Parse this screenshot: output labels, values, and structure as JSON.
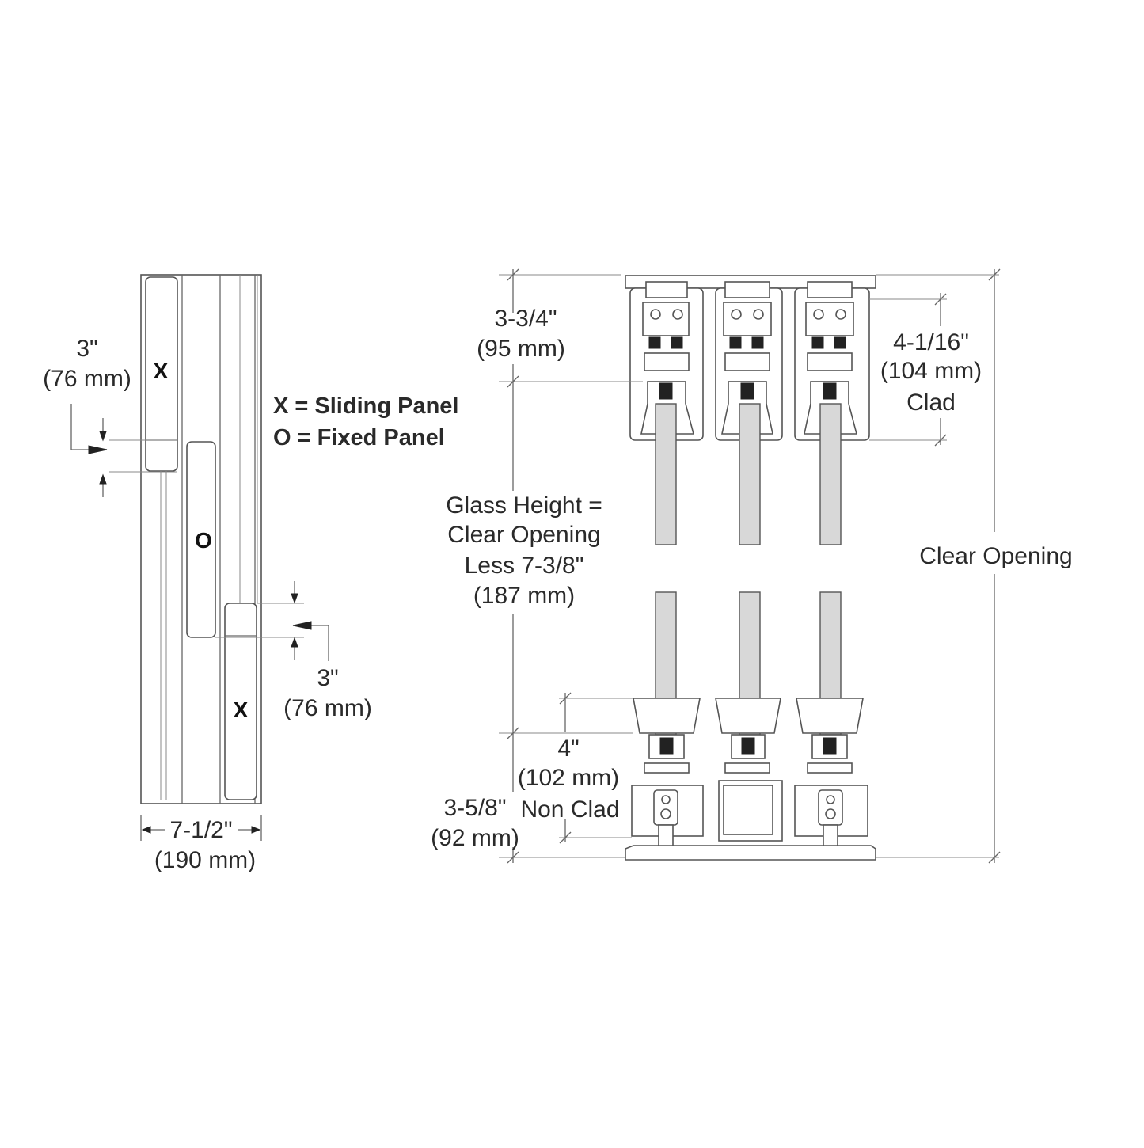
{
  "plan_view": {
    "top_gap_dim": {
      "imperial": "3\"",
      "metric": "(76 mm)"
    },
    "bottom_gap_dim": {
      "imperial": "3\"",
      "metric": "(76 mm)"
    },
    "width_dim": {
      "imperial": "7-1/2\"",
      "metric": "(190 mm)"
    },
    "panel_marks": {
      "sliding_top": "X",
      "fixed": "O",
      "sliding_bottom": "X"
    }
  },
  "legend": {
    "sliding": "X = Sliding Panel",
    "fixed": "O = Fixed Panel"
  },
  "section_view": {
    "header_dim": {
      "imperial": "3-3/4\"",
      "metric": "(95 mm)"
    },
    "clad_dim": {
      "imperial": "4-1/16\"",
      "metric": "(104 mm)",
      "note": "Clad"
    },
    "glass_height": {
      "line1": "Glass Height =",
      "line2": "Clear Opening",
      "line3": "Less 7-3/8\"",
      "metric": "(187 mm)"
    },
    "clear_opening": "Clear Opening",
    "non_clad_dim": {
      "imperial": "4\"",
      "metric": "(102 mm)",
      "note": "Non Clad"
    },
    "sill_dim": {
      "imperial": "3-5/8\"",
      "metric": "(92 mm)"
    }
  }
}
